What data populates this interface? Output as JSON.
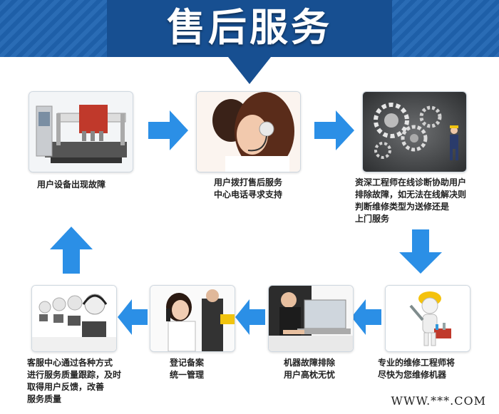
{
  "header": {
    "title": "售后服务"
  },
  "steps": [
    {
      "caption": "用户设备出现故障"
    },
    {
      "caption_line1": "用户拨打售后服务",
      "caption_line2": "中心电话寻求支持"
    },
    {
      "caption_line1": "资深工程师在线诊断协助用户",
      "caption_line2": "排除故障，如无法在线解决则",
      "caption_line3": "判断维修类型为送修还是",
      "caption_line4": "上门服务"
    },
    {
      "caption_line1": "专业的维修工程师将",
      "caption_line2": "尽快为您维修机器"
    },
    {
      "caption_line1": "机器故障排除",
      "caption_line2": "用户高枕无忧"
    },
    {
      "caption_line1": "登记备案",
      "caption_line2": "统一管理"
    },
    {
      "caption_line1": "客服中心通过各种方式",
      "caption_line2": "进行服务质量跟踪，及时",
      "caption_line3": "取得用户反馈，改善",
      "caption_line4": "服务质量"
    }
  ],
  "footer": {
    "watermark": "WWW.***.COM"
  },
  "colors": {
    "banner": "#1e5fa8",
    "arrow": "#2b8fe6"
  }
}
